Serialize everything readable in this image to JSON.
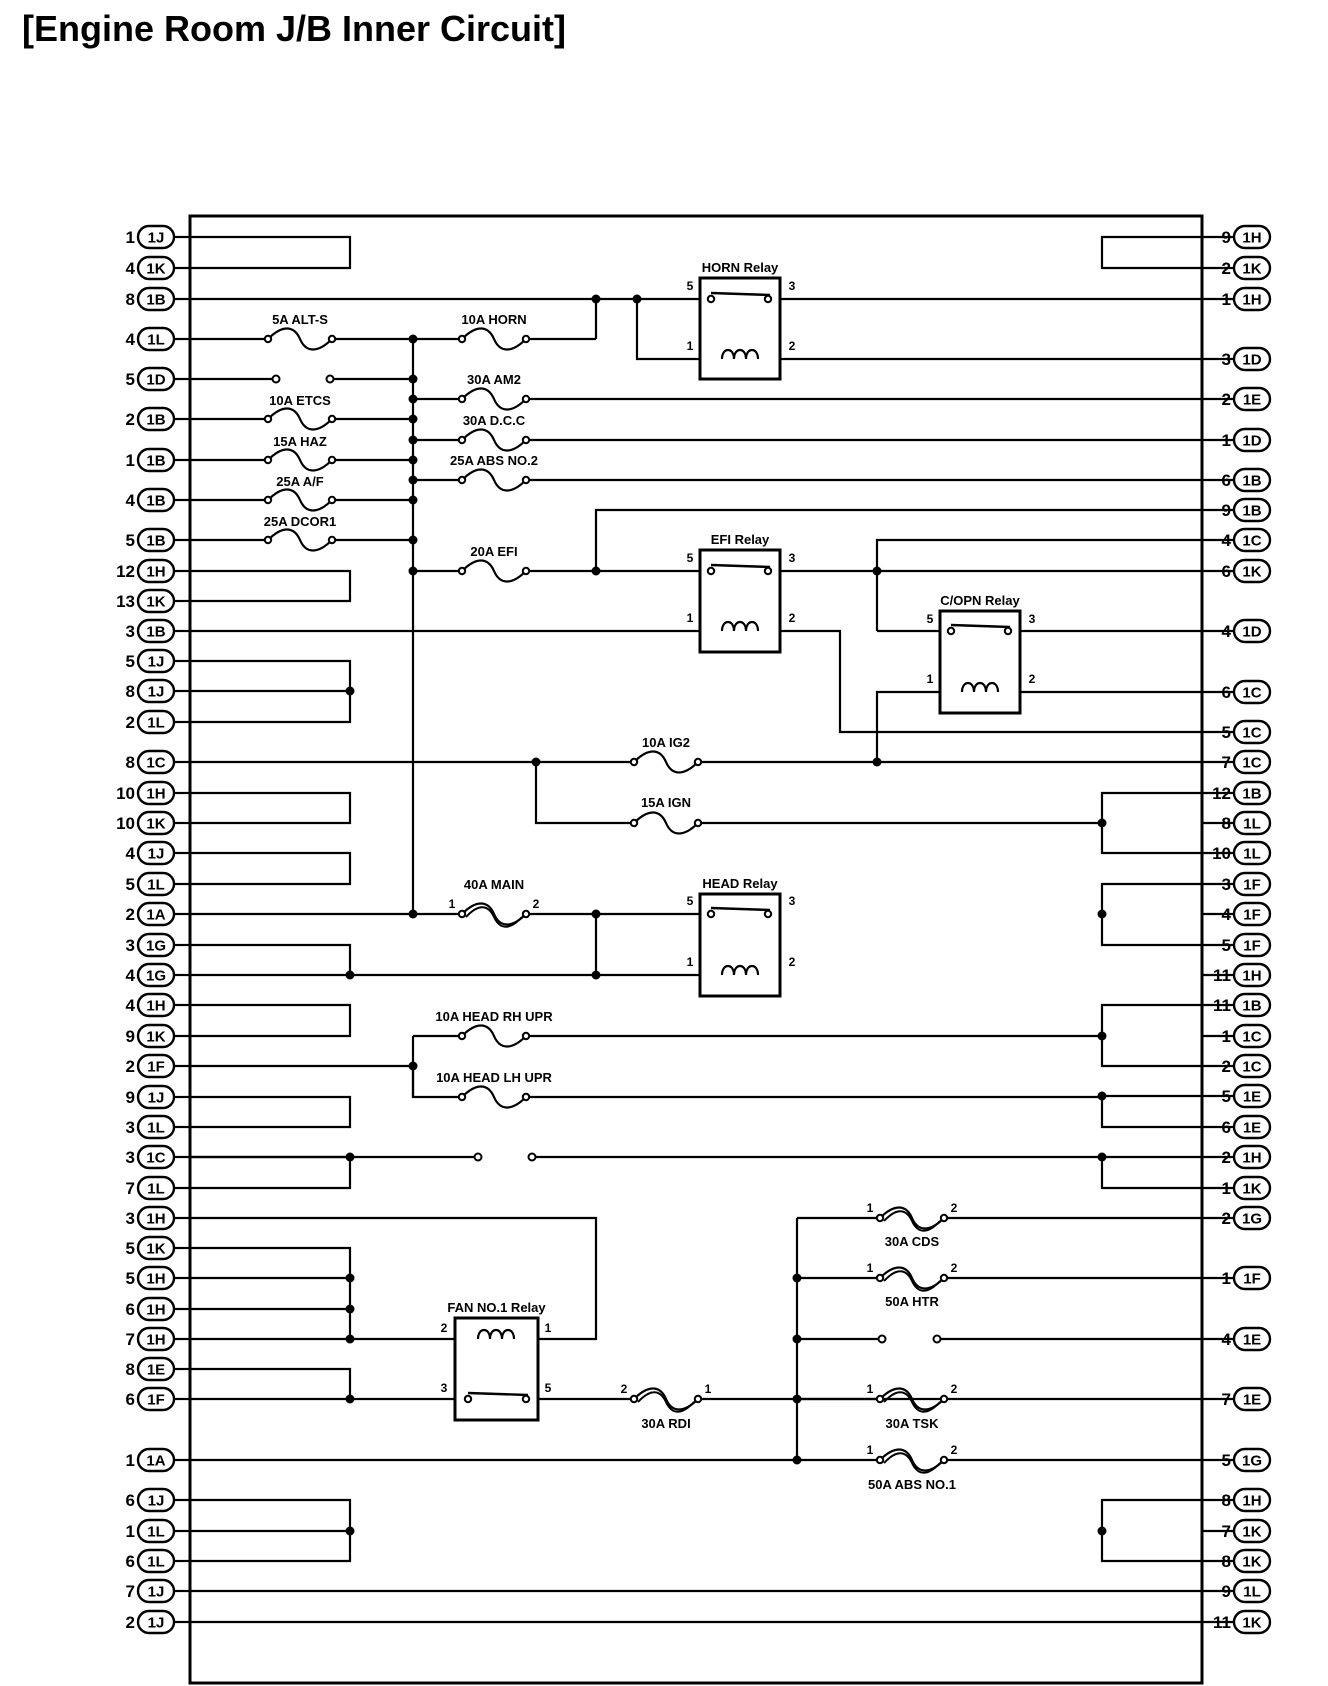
{
  "title": "[Engine Room J/B Inner Circuit]",
  "left_pins": [
    {
      "n": "1",
      "c": "1J"
    },
    {
      "n": "4",
      "c": "1K"
    },
    {
      "n": "8",
      "c": "1B"
    },
    {
      "n": "4",
      "c": "1L"
    },
    {
      "n": "5",
      "c": "1D"
    },
    {
      "n": "2",
      "c": "1B"
    },
    {
      "n": "1",
      "c": "1B"
    },
    {
      "n": "4",
      "c": "1B"
    },
    {
      "n": "5",
      "c": "1B"
    },
    {
      "n": "12",
      "c": "1H"
    },
    {
      "n": "13",
      "c": "1K"
    },
    {
      "n": "3",
      "c": "1B"
    },
    {
      "n": "5",
      "c": "1J"
    },
    {
      "n": "8",
      "c": "1J"
    },
    {
      "n": "2",
      "c": "1L"
    },
    {
      "n": "8",
      "c": "1C"
    },
    {
      "n": "10",
      "c": "1H"
    },
    {
      "n": "10",
      "c": "1K"
    },
    {
      "n": "4",
      "c": "1J"
    },
    {
      "n": "5",
      "c": "1L"
    },
    {
      "n": "2",
      "c": "1A"
    },
    {
      "n": "3",
      "c": "1G"
    },
    {
      "n": "4",
      "c": "1G"
    },
    {
      "n": "4",
      "c": "1H"
    },
    {
      "n": "9",
      "c": "1K"
    },
    {
      "n": "2",
      "c": "1F"
    },
    {
      "n": "9",
      "c": "1J"
    },
    {
      "n": "3",
      "c": "1L"
    },
    {
      "n": "3",
      "c": "1C"
    },
    {
      "n": "7",
      "c": "1L"
    },
    {
      "n": "3",
      "c": "1H"
    },
    {
      "n": "5",
      "c": "1K"
    },
    {
      "n": "5",
      "c": "1H"
    },
    {
      "n": "6",
      "c": "1H"
    },
    {
      "n": "7",
      "c": "1H"
    },
    {
      "n": "8",
      "c": "1E"
    },
    {
      "n": "6",
      "c": "1F"
    },
    {
      "n": "1",
      "c": "1A"
    },
    {
      "n": "6",
      "c": "1J"
    },
    {
      "n": "1",
      "c": "1L"
    },
    {
      "n": "6",
      "c": "1L"
    },
    {
      "n": "7",
      "c": "1J"
    },
    {
      "n": "2",
      "c": "1J"
    }
  ],
  "right_pins": [
    {
      "n": "9",
      "c": "1H"
    },
    {
      "n": "2",
      "c": "1K"
    },
    {
      "n": "1",
      "c": "1H"
    },
    {
      "n": "3",
      "c": "1D"
    },
    {
      "n": "2",
      "c": "1E"
    },
    {
      "n": "1",
      "c": "1D"
    },
    {
      "n": "6",
      "c": "1B"
    },
    {
      "n": "9",
      "c": "1B"
    },
    {
      "n": "4",
      "c": "1C"
    },
    {
      "n": "6",
      "c": "1K"
    },
    {
      "n": "4",
      "c": "1D"
    },
    {
      "n": "6",
      "c": "1C"
    },
    {
      "n": "5",
      "c": "1C"
    },
    {
      "n": "7",
      "c": "1C"
    },
    {
      "n": "12",
      "c": "1B"
    },
    {
      "n": "8",
      "c": "1L"
    },
    {
      "n": "10",
      "c": "1L"
    },
    {
      "n": "3",
      "c": "1F"
    },
    {
      "n": "4",
      "c": "1F"
    },
    {
      "n": "5",
      "c": "1F"
    },
    {
      "n": "11",
      "c": "1H"
    },
    {
      "n": "11",
      "c": "1B"
    },
    {
      "n": "1",
      "c": "1C"
    },
    {
      "n": "2",
      "c": "1C"
    },
    {
      "n": "5",
      "c": "1E"
    },
    {
      "n": "6",
      "c": "1E"
    },
    {
      "n": "2",
      "c": "1H"
    },
    {
      "n": "1",
      "c": "1K"
    },
    {
      "n": "2",
      "c": "1G"
    },
    {
      "n": "1",
      "c": "1F"
    },
    {
      "n": "4",
      "c": "1E"
    },
    {
      "n": "7",
      "c": "1E"
    },
    {
      "n": "5",
      "c": "1G"
    },
    {
      "n": "8",
      "c": "1H"
    },
    {
      "n": "7",
      "c": "1K"
    },
    {
      "n": "8",
      "c": "1K"
    },
    {
      "n": "9",
      "c": "1L"
    },
    {
      "n": "11",
      "c": "1K"
    }
  ],
  "fuses": {
    "alt_s": "5A ALT-S",
    "horn": "10A HORN",
    "am2": "30A AM2",
    "etcs": "10A  ETCS",
    "dcc": "30A D.C.C",
    "haz": "15A HAZ",
    "abs2": "25A ABS NO.2",
    "af": "25A A/F",
    "dcor": "25A DCOR1",
    "efi": "20A EFI",
    "ig2": "10A IG2",
    "ign": "15A IGN",
    "main": "40A MAIN",
    "head_rh": "10A HEAD RH UPR",
    "head_lh": "10A HEAD LH UPR",
    "cds": "30A CDS",
    "htr": "50A HTR",
    "rdi": "30A RDI",
    "tsk": "30A TSK",
    "abs1": "50A ABS NO.1"
  },
  "relays": {
    "horn": "HORN Relay",
    "efi": "EFI Relay",
    "copn": "C/OPN Relay",
    "head": "HEAD Relay",
    "fan": "FAN NO.1 Relay"
  },
  "terminals": {
    "t1": "1",
    "t2": "2",
    "t3": "3",
    "t5": "5"
  }
}
